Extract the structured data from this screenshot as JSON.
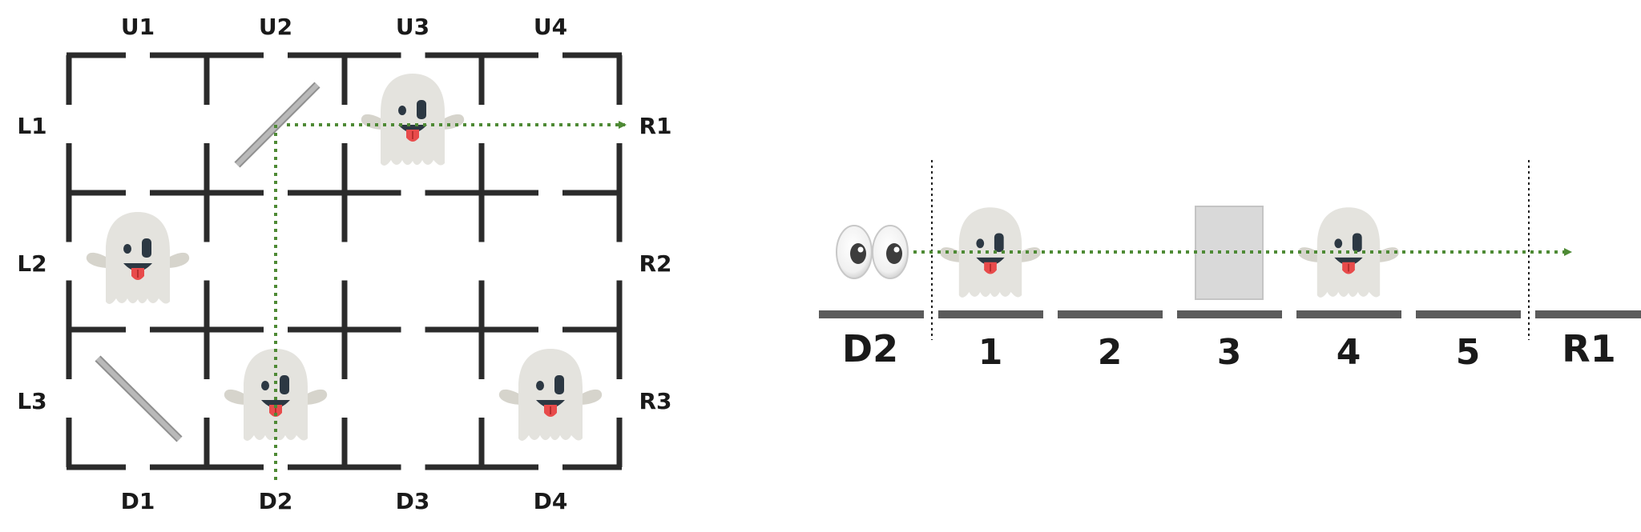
{
  "grid": {
    "top_labels": [
      "U1",
      "U2",
      "U3",
      "U4"
    ],
    "bottom_labels": [
      "D1",
      "D2",
      "D3",
      "D4"
    ],
    "left_labels": [
      "L1",
      "L2",
      "L3"
    ],
    "right_labels": [
      "R1",
      "R2",
      "R3"
    ],
    "ghosts": [
      {
        "row": 1,
        "col": 3
      },
      {
        "row": 2,
        "col": 1
      },
      {
        "row": 3,
        "col": 2
      },
      {
        "row": 3,
        "col": 4
      }
    ],
    "mirrors": [
      {
        "row": 1,
        "col": 2,
        "orientation": "/"
      },
      {
        "row": 3,
        "col": 1,
        "orientation": "\\"
      }
    ],
    "ray": {
      "from": "D2",
      "to": "R1"
    }
  },
  "strip": {
    "start_label": "D2",
    "end_label": "R1",
    "slot_labels": [
      "1",
      "2",
      "3",
      "4",
      "5"
    ],
    "ghost_slots": [
      1,
      4
    ],
    "mirror_slots": [
      3
    ]
  },
  "colors": {
    "wall": "#2b2b2b",
    "ray": "#4e8a35",
    "ghost_body": "#e4e3de",
    "ghost_eye": "#2c3843",
    "tongue": "#e84b4b",
    "mirror": "#b9b9b9",
    "box_fill": "#d9d9d9",
    "strip_line": "#5b5b5b"
  }
}
